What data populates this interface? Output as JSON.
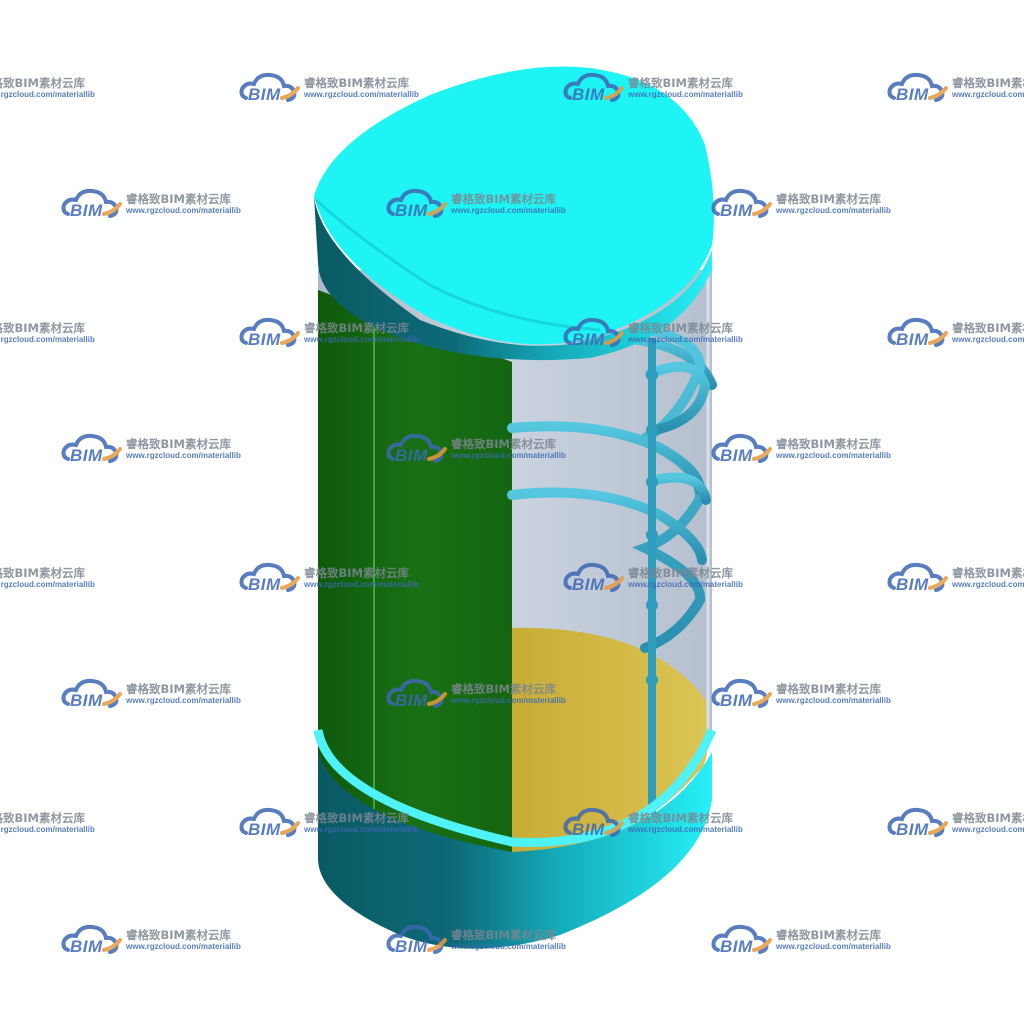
{
  "scene": {
    "subject": "cylindrical glass elevator cabin with spiral handrail",
    "colors": {
      "canopy": "#1ef2f2",
      "shell_dark": "#0b5c6a",
      "shell_light": "#22e8f2",
      "green_panel": "#156611",
      "glass": "#b8c4d2",
      "floor": "#c8b23a",
      "handrail": "#33aac8"
    }
  },
  "watermark": {
    "badge": "BIM",
    "brand": "睿格致BIM素材云库",
    "url": "www.rgzcloud.com/materiallib",
    "icon": "cloud-logo-icon",
    "colors": {
      "blue": "#3d68b5",
      "orange": "#e89a3c",
      "gray": "#7c8691"
    }
  }
}
